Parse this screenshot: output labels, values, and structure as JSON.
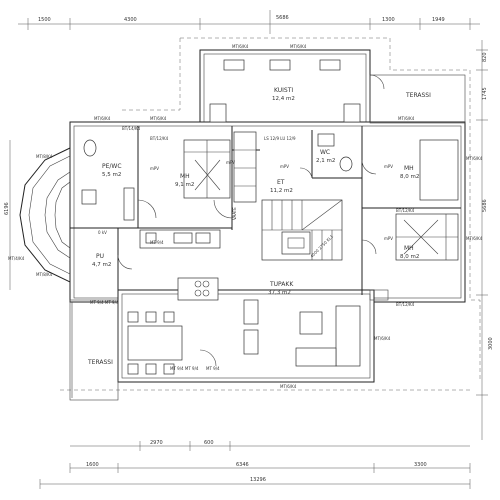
{
  "dimensions": {
    "top": [
      "1500",
      "4300",
      "5686",
      "1300",
      "1949"
    ],
    "bottom_upper": [
      "2970",
      "600"
    ],
    "bottom_mid": [
      "1600",
      "6346",
      "3300"
    ],
    "bottom_total": "13296",
    "right": [
      "820",
      "1745",
      "5686",
      "3000"
    ],
    "left": "6196"
  },
  "rooms": [
    {
      "name": "KUISTI",
      "area": "12,4 m2"
    },
    {
      "name": "TERASSI",
      "area": ""
    },
    {
      "name": "PE/WC",
      "area": "5,5 m2"
    },
    {
      "name": "MH",
      "area": "9,1 m2"
    },
    {
      "name": "WC",
      "area": "2,1 m2"
    },
    {
      "name": "MH",
      "area": "8,0 m2"
    },
    {
      "name": "ET",
      "area": "11,2 m2"
    },
    {
      "name": "MH",
      "area": "8,0 m2"
    },
    {
      "name": "PU",
      "area": "4,7 m2"
    },
    {
      "name": "TUPAKK",
      "area": "37,3 m2"
    },
    {
      "name": "TERASSI",
      "area": ""
    }
  ],
  "labels": {
    "window_top_left": "MT/6/K4",
    "window_top_mid": "MT/6/K4",
    "window_kuisti_1": "MT/6/K4",
    "window_kuisti_2": "MT/6/K4",
    "window_top_right": "MT/6/K4",
    "window_bay_1": "MT/8/K4",
    "window_bay_2": "MT/8/K4",
    "window_mh1": "BT/12/K4",
    "window_mh_right": "BT/12/K4",
    "window_mh_right2": "BT/12/K4",
    "window_kuisti_door": "LS 12/9 LU 12/9",
    "window_left_side": "MT/4/K4",
    "window_right_side_1": "MT/6/K4",
    "window_right_side_2": "MT/6/K4",
    "window_right_side_3": "MT/6/K4",
    "window_bottom_left": "MT 9/4 MT 9/4",
    "window_bottom_1": "MT 9/4 MT 9/4",
    "window_bottom_2": "MT/6/K4",
    "window_bottom_3": "MT 9/4",
    "window_pe": "BT/14/K4",
    "window_pu": "MT 9/4",
    "door_stair": "4000 2750 KL1",
    "door_ikkuna": "VAATE",
    "tag_mrv1": "mPV",
    "tag_mrv2": "mPV",
    "tag_mrv3": "mPV",
    "tag_mrv4": "mPV",
    "tag_mrv5": "mPV",
    "tag_pv": "0 kV"
  }
}
